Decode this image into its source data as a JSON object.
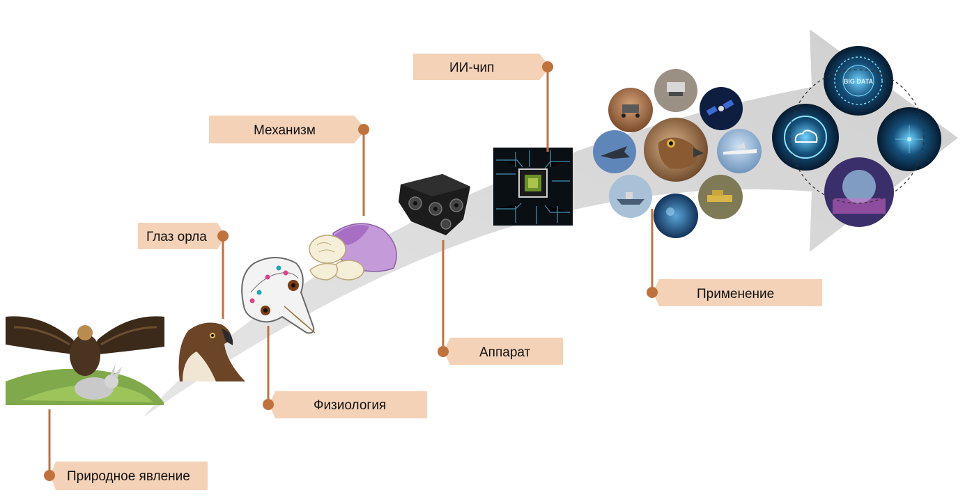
{
  "diagram": {
    "stages": [
      {
        "id": "nature",
        "label": "Природное явление"
      },
      {
        "id": "eagle-eye",
        "label": "Глаз орла"
      },
      {
        "id": "physiology",
        "label": "Физиология"
      },
      {
        "id": "mechanism",
        "label": "Механизм"
      },
      {
        "id": "apparatus",
        "label": "Аппарат"
      },
      {
        "id": "ai-chip",
        "label": "ИИ-чип"
      },
      {
        "id": "application",
        "label": "Применение"
      }
    ],
    "big_data_text": "BIG DATA"
  },
  "colors": {
    "label_fill": "#f4d2b7",
    "connector": "#c0723d",
    "arrow": "#d9d9d9"
  }
}
